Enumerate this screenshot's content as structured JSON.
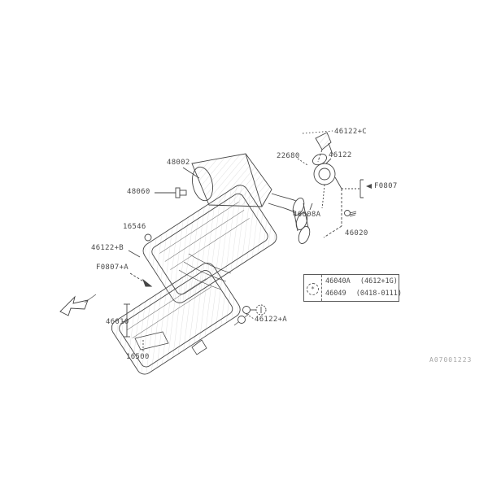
{
  "diagram": {
    "labels": {
      "top_right_ref": "46122+C",
      "sensor": "22680",
      "bracket_top": "46122",
      "duct": "48002",
      "fig_ref_right": "F0807",
      "clamp": "48060",
      "grommet": "46008A",
      "tube": "46020",
      "element": "16546",
      "bolt_b": "46122+B",
      "fig_ref_left": "F0807+A",
      "case_lower": "46010",
      "case_bottom": "16500",
      "bolt_a": "46122+A"
    },
    "legend": {
      "icon_glyph": "*",
      "rows": [
        {
          "part": "46040A",
          "range": "(4612+1G)"
        },
        {
          "part": "46049",
          "range": "(0418-0111)"
        }
      ]
    },
    "watermark": "A07001223",
    "icons": {
      "fig_ref_arrow": "left-arrow",
      "view_direction": "front-view-arrow",
      "fasteners": "bolt"
    },
    "colors": {
      "line": "#454545",
      "label_text": "#4a4a4a",
      "watermark_text": "#a6a6a6"
    }
  }
}
